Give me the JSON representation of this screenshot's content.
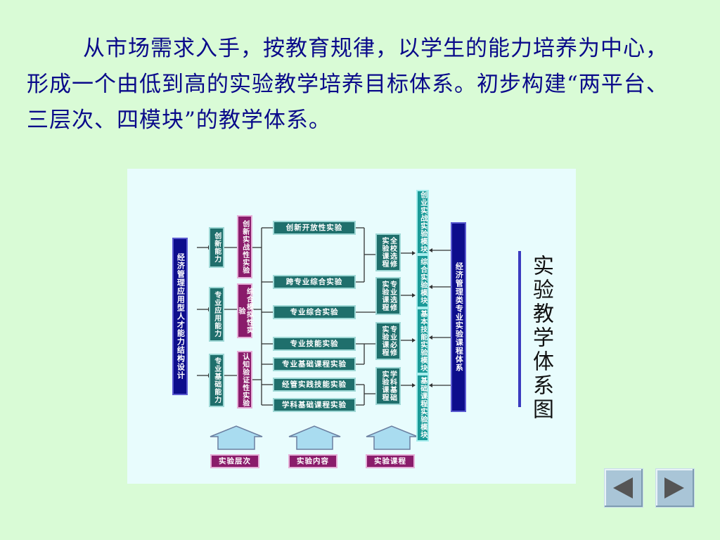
{
  "intro_text": "从市场需求入手，按教育规律，以学生的能力培养为中心，形成一个由低到高的实验教学培养目标体系。初步构建“两平台、三层次、四模块”的教学体系。",
  "diagram": {
    "title": "实验教学体系图",
    "left_goal": "经济管理应用型人才能力结构设计",
    "abilities": [
      "创新能力",
      "专业应用能力",
      "专业基础能力"
    ],
    "levels": [
      "创新实战性实验",
      "综合模拟性实验",
      "认知验证性实验"
    ],
    "contents": [
      "创新开放性实验",
      "跨专业综合实验",
      "专业综合实验",
      "专业技能实验",
      "专业基础课程实验",
      "经管实践技能实验",
      "学科基础课程实验"
    ],
    "courses": [
      "全校选修实验课程",
      "专业选修实验课程",
      "专业必修实验课程",
      "学科基础实验课程"
    ],
    "modules": [
      "创业实战实验模块",
      "综合实验模块",
      "基本技能实验模块",
      "基础课程实验模块"
    ],
    "right_system": "经济管理类专业实验课程体系",
    "bottom_labels": [
      "实验层次",
      "实验内容",
      "实验课程"
    ]
  },
  "nav": {
    "prev": "previous-slide",
    "next": "next-slide"
  },
  "colors": {
    "background": "#d9fbd6",
    "text": "#0a0a8a",
    "navy": "#0d0d8c",
    "teal": "#1f6f6c",
    "plum": "#8a1c6b",
    "module": "#1a9a98"
  }
}
